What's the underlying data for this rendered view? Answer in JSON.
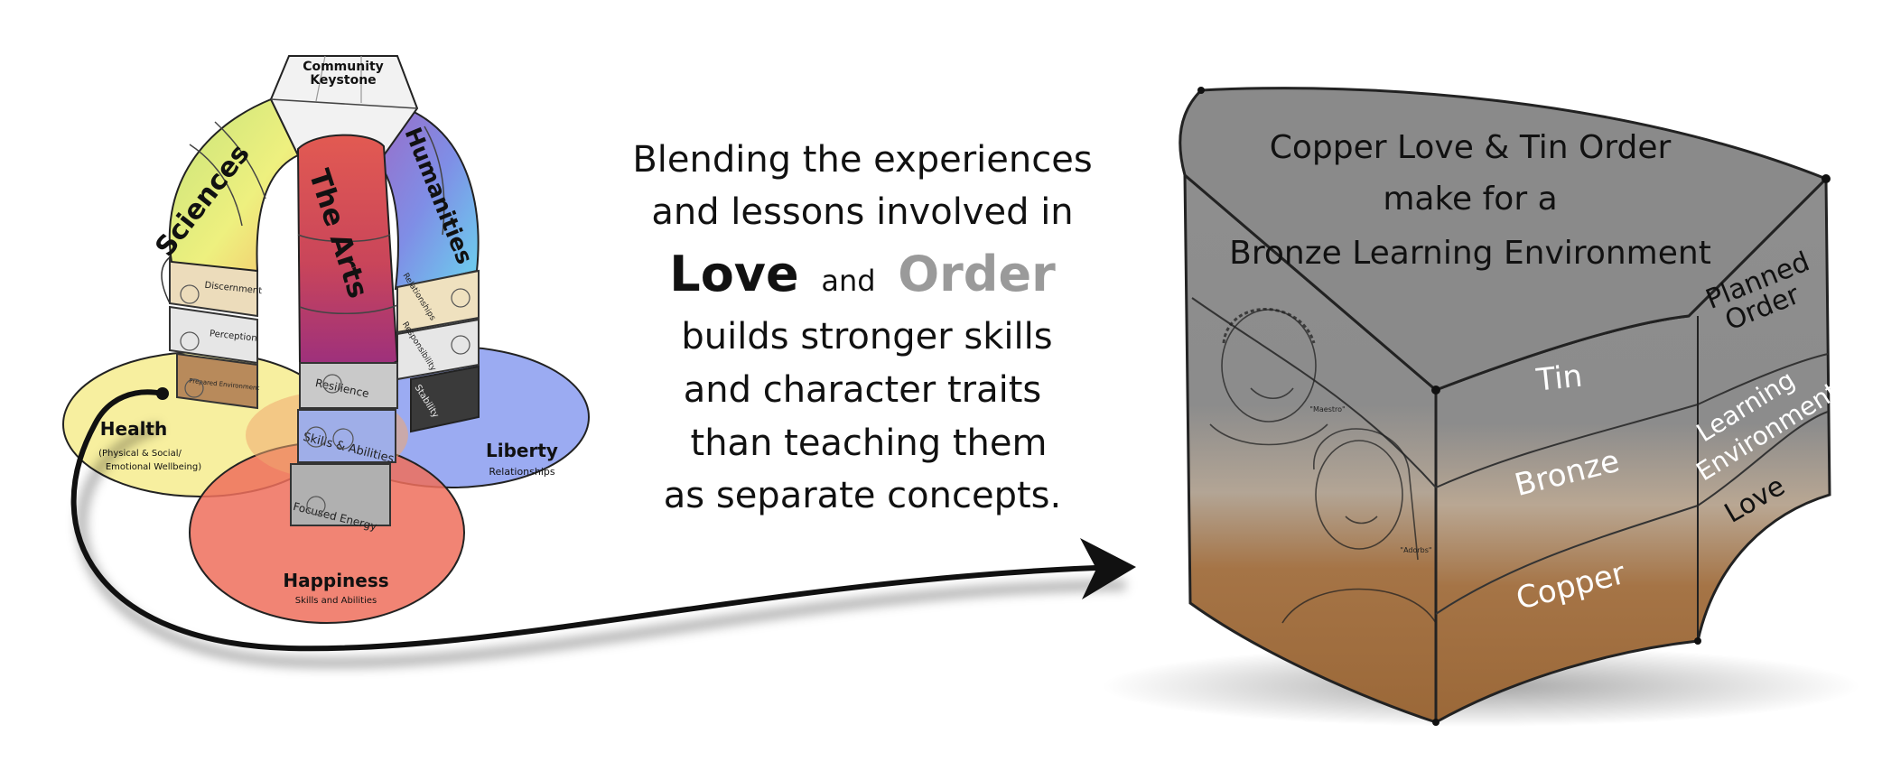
{
  "arch": {
    "keystone": [
      "Community",
      "Keystone"
    ],
    "pillars": {
      "sciences": "Sciences",
      "arts": "The Arts",
      "humanities": "Humanities"
    },
    "blocks": {
      "left": [
        "Discernment",
        "Perception",
        "Prepared Environment"
      ],
      "center": [
        "Resilience",
        "Skills & Abilities",
        "Focused Energy"
      ],
      "right": [
        "Relationships",
        "Responsibility",
        "Stability"
      ]
    },
    "domains": {
      "health": {
        "title": "Health",
        "line1": "(Physical & Social/",
        "line2": "Emotional Wellbeing)"
      },
      "happiness": {
        "title": "Happiness",
        "sub": "Skills and  Abilities"
      },
      "liberty": {
        "title": "Liberty",
        "sub": "Relationships"
      }
    }
  },
  "message": {
    "line1": "Blending the experiences",
    "line2": "and lessons involved in",
    "love": "Love",
    "and": "and",
    "order": "Order",
    "line4": "builds stronger skills",
    "line5": "and character traits",
    "line6": "than teaching them",
    "line7": "as separate concepts."
  },
  "cylinder": {
    "top": [
      "Copper Love & Tin Order",
      "make for a",
      "Bronze Learning Environment"
    ],
    "front_layers": [
      "Tin",
      "Bronze",
      "Copper"
    ],
    "side_layers": {
      "planned": [
        "Planned",
        "Order"
      ],
      "learning": [
        "Learning",
        "Environment"
      ],
      "love": "Love"
    },
    "captions": [
      "\"Maestro\"",
      "\"Adorbs\""
    ]
  },
  "colors": {
    "copper": "#9c6a3c",
    "tin": "#8c8c8c",
    "order_text": "#9a9a9a",
    "health": "#f6ec8e",
    "happiness": "#ef6f5c",
    "liberty": "#8a9cf0"
  }
}
